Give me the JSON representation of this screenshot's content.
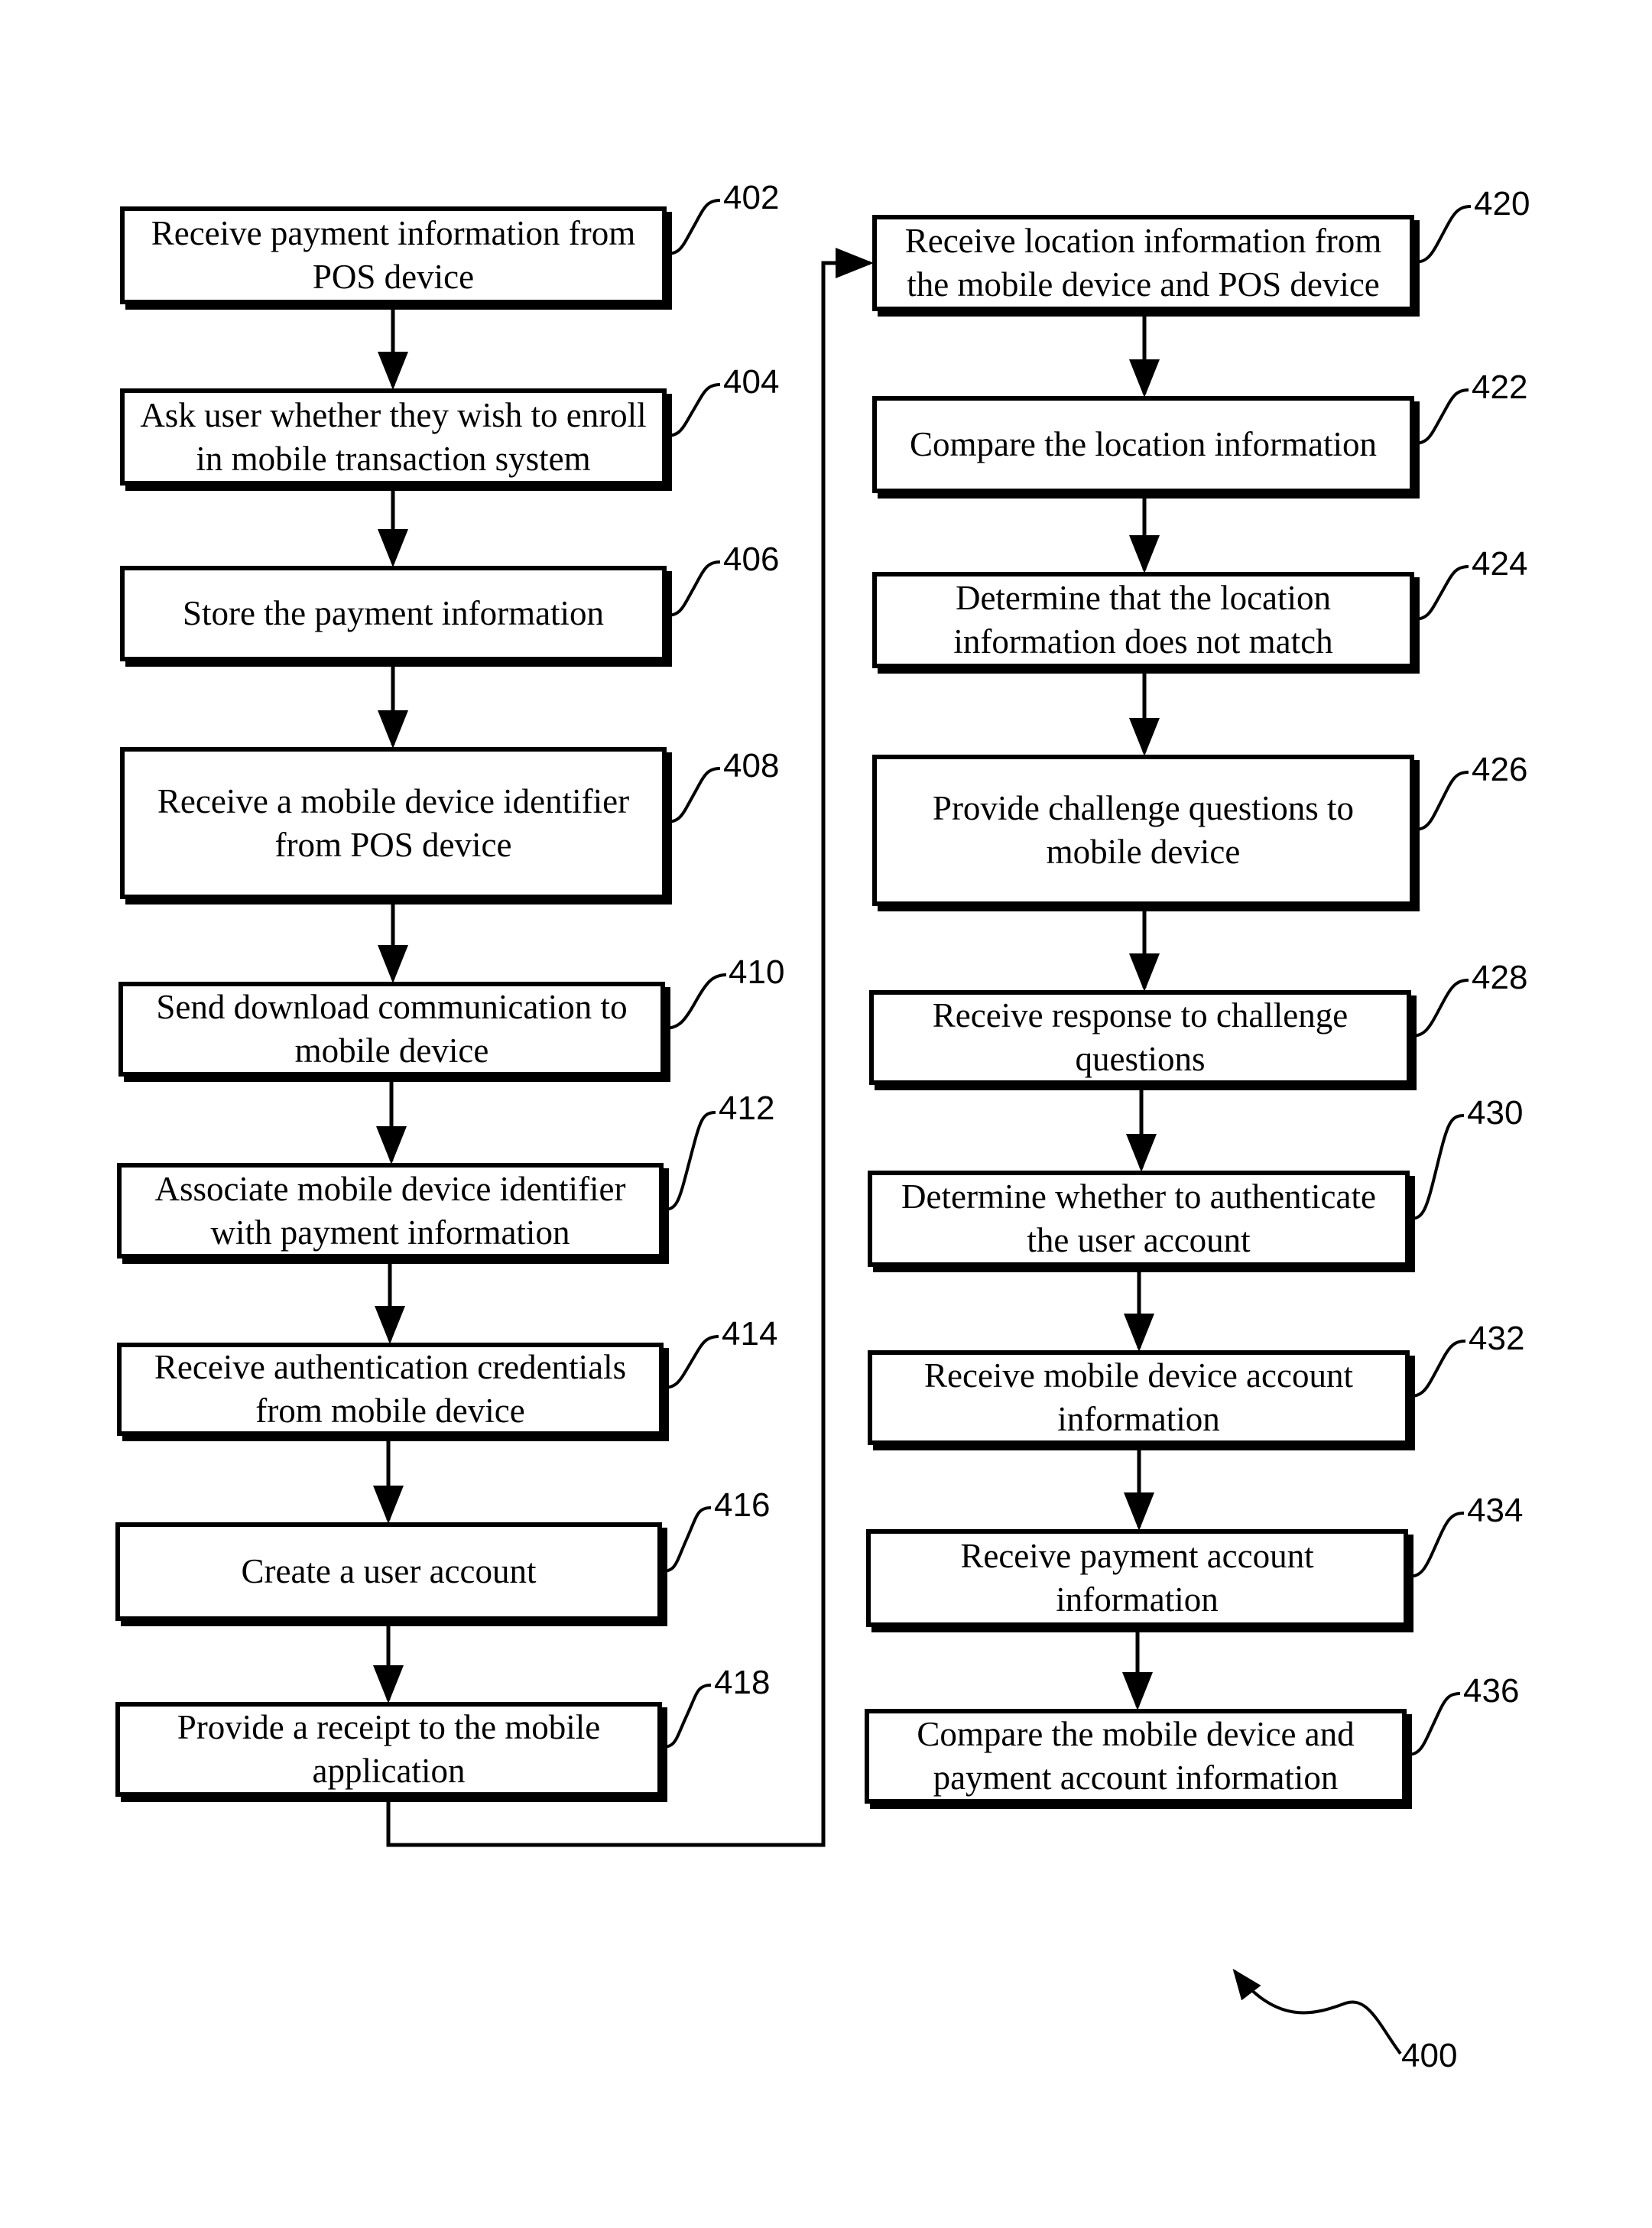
{
  "figure_label": "400",
  "steps": [
    {
      "ref": "402",
      "text": "Receive payment information from POS device"
    },
    {
      "ref": "404",
      "text": "Ask user whether they wish to enroll in mobile transaction system"
    },
    {
      "ref": "406",
      "text": "Store the payment information"
    },
    {
      "ref": "408",
      "text": "Receive a mobile device identifier from POS device"
    },
    {
      "ref": "410",
      "text": "Send download communication to mobile device"
    },
    {
      "ref": "412",
      "text": "Associate mobile device identifier with payment information"
    },
    {
      "ref": "414",
      "text": "Receive authentication credentials from mobile device"
    },
    {
      "ref": "416",
      "text": "Create a user account"
    },
    {
      "ref": "418",
      "text": "Provide a receipt to the mobile application"
    },
    {
      "ref": "420",
      "text": "Receive location information from the mobile device and POS device"
    },
    {
      "ref": "422",
      "text": "Compare the location information"
    },
    {
      "ref": "424",
      "text": "Determine that the location information does not match"
    },
    {
      "ref": "426",
      "text": "Provide challenge questions to mobile device"
    },
    {
      "ref": "428",
      "text": "Receive response to challenge questions"
    },
    {
      "ref": "430",
      "text": "Determine whether to authenticate the user account"
    },
    {
      "ref": "432",
      "text": "Receive mobile device account information"
    },
    {
      "ref": "434",
      "text": "Receive payment account information"
    },
    {
      "ref": "436",
      "text": "Compare the mobile device and payment account information"
    }
  ]
}
